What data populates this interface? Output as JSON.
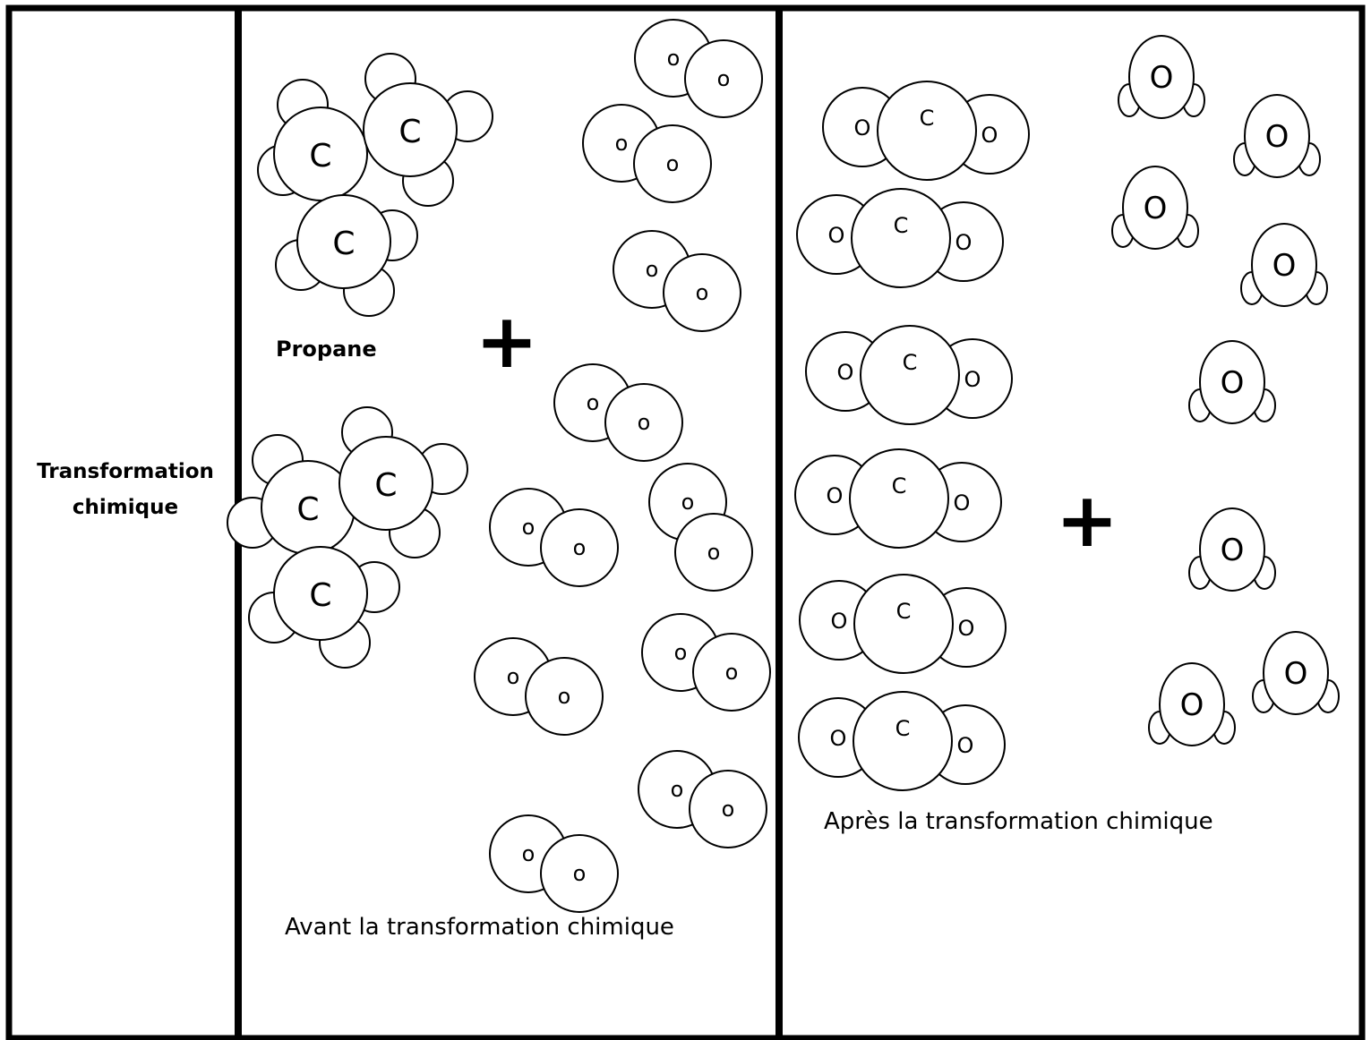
{
  "table": {
    "row_label": "Transformation chimique",
    "row_label_lines": [
      "Transformation",
      "chimique"
    ],
    "before": {
      "propane_label": "Propane",
      "plus_sign": "+",
      "caption": "Avant la transformation chimique",
      "carbon_symbol": "C",
      "oxygen_symbol": "O"
    },
    "after": {
      "plus_sign": "+",
      "caption": "Après la transformation chimique",
      "carbon_symbol": "C",
      "oxygen_symbol": "O"
    }
  },
  "molecules": {
    "propane_count": 2,
    "dioxygen_count": 10,
    "carbon_dioxide_count": 6,
    "water_count": 8
  }
}
